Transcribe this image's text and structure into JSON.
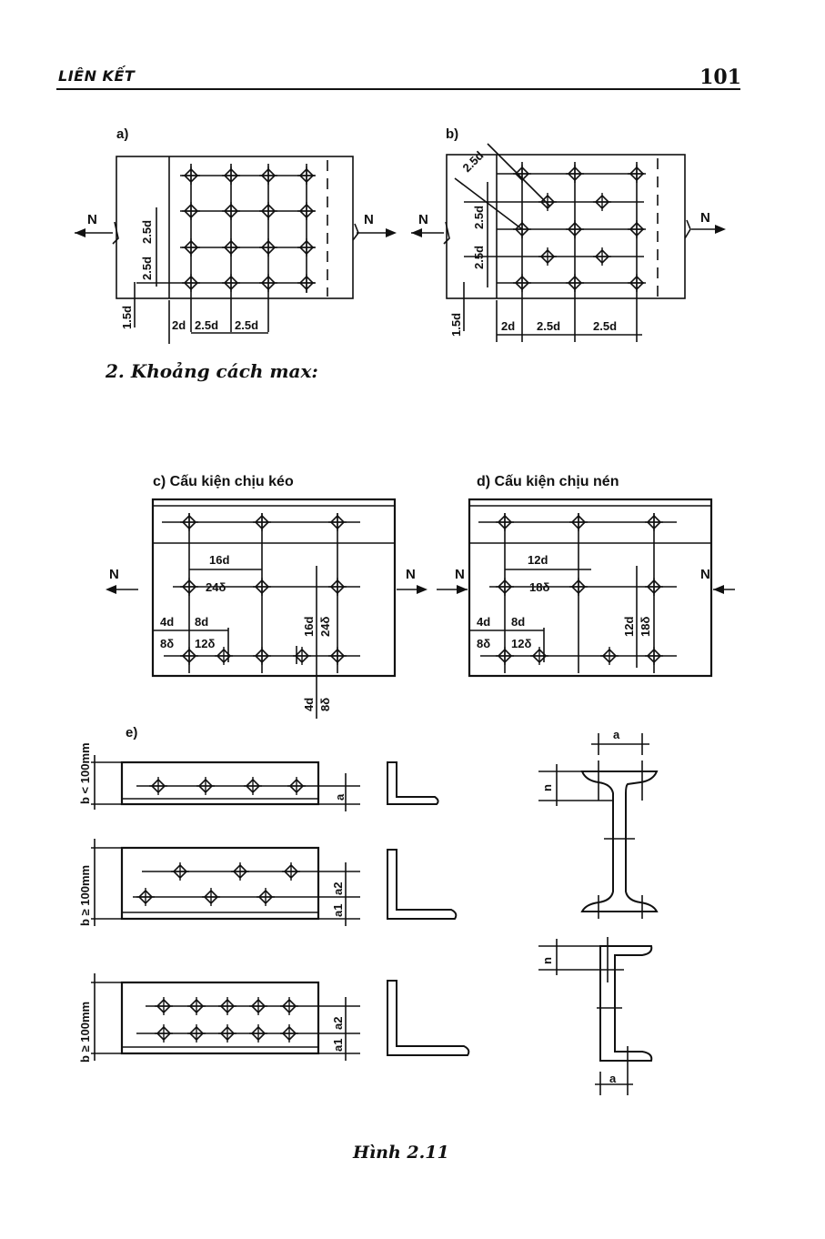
{
  "header": {
    "chapter": "LIÊN KẾT",
    "page_number": "101"
  },
  "section_heading": "2. Khoảng cách max:",
  "figure_caption": "Hình 2.11",
  "fig_a": {
    "label": "a)",
    "force": "N",
    "dims": {
      "d25": "2.5d",
      "d15": "1.5d",
      "d2": "2d"
    }
  },
  "fig_b": {
    "label": "b)",
    "force": "N",
    "dims": {
      "d25": "2.5d",
      "d15": "1.5d",
      "d2": "2d"
    }
  },
  "fig_c": {
    "title": "c) Cấu kiện chịu kéo",
    "force": "N",
    "dims": {
      "d16": "16d",
      "t24": "24δ",
      "d4": "4d",
      "d8": "8d",
      "t8": "8δ",
      "t12": "12δ"
    }
  },
  "fig_d": {
    "title": "d) Cấu kiện chịu nén",
    "force": "N",
    "dims": {
      "d12": "12d",
      "t18": "18δ",
      "d4": "4d",
      "d8": "8d",
      "t8": "8δ",
      "t12": "12δ"
    }
  },
  "fig_e": {
    "label": "e)",
    "rows": [
      "b < 100mm",
      "b ≥ 100mm",
      "b ≥ 100mm"
    ],
    "dims": {
      "a": "a",
      "a1": "a1",
      "a2": "a2",
      "n": "n"
    }
  }
}
